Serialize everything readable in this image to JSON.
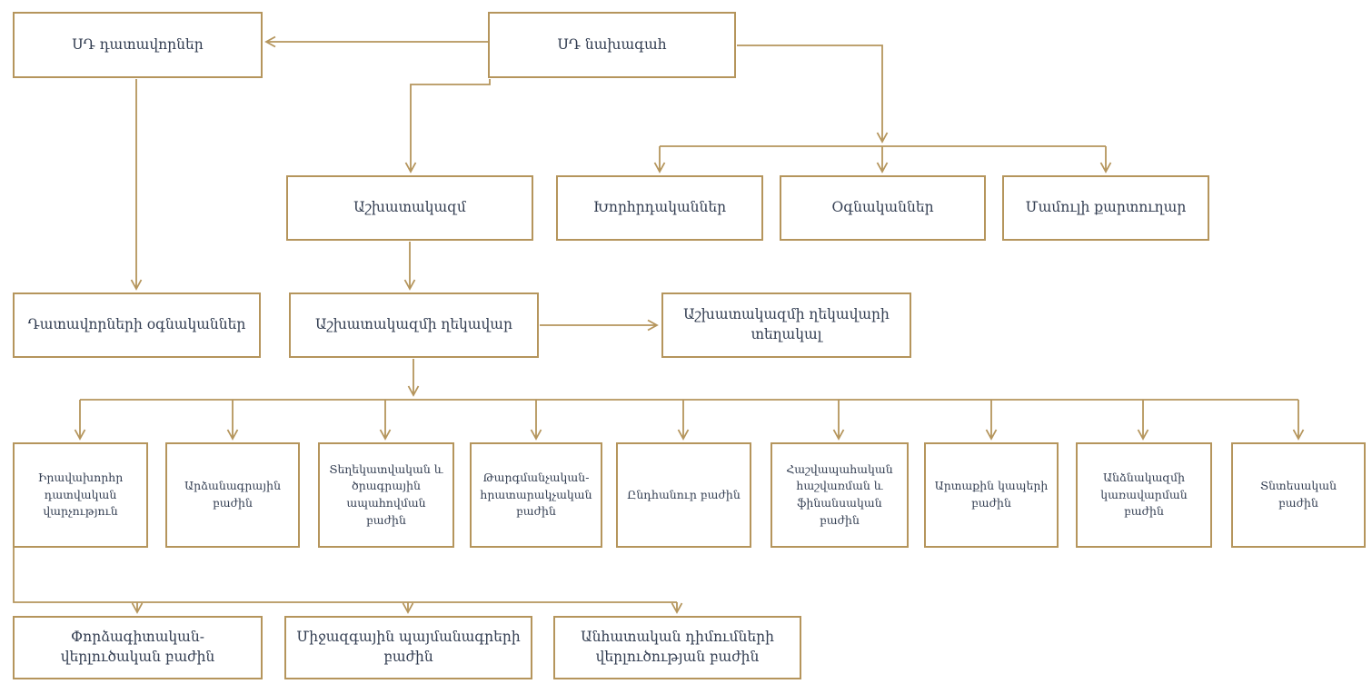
{
  "diagram": {
    "type": "org-chart",
    "colors": {
      "line": "#b5955c",
      "text": "#333e52",
      "background": "#ffffff"
    },
    "nodes": {
      "judges": {
        "label": "ՍԴ դատավորներ"
      },
      "president": {
        "label": "ՍԴ նախագահ"
      },
      "staff": {
        "label": "Աշխատակազմ"
      },
      "advisers": {
        "label": "Խորհրդականներ"
      },
      "assistants": {
        "label": "Օգնականներ"
      },
      "press_secretary": {
        "label": "Մամուլի քարտուղար"
      },
      "judges_assistants": {
        "label": "Դատավորների օգնականներ"
      },
      "staff_head": {
        "label": "Աշխատակազմի ղեկավար"
      },
      "staff_head_deputy": {
        "label": "Աշխատակազմի ղեկավարի տեղակալ"
      },
      "legal_advisory": {
        "label": "Իրավախորհր​դատվական վարչություն"
      },
      "protocol": {
        "label": "Արձանագրային բաժին"
      },
      "it_software": {
        "label": "Տեղեկատվական և ծրագրային ապահովման բաժին"
      },
      "translation_publishing": {
        "label": "Թարգմանչական-հրատարակչական բաժին"
      },
      "general": {
        "label": "Ընդհանուր բաժին"
      },
      "accounting_finance": {
        "label": "Հաշվապահական հաշվառման և ֆինանսական բաժին"
      },
      "external_relations": {
        "label": "Արտաքին կապերի բաժին"
      },
      "personnel": {
        "label": "Անձնակազմի կառավարման բաժին"
      },
      "economic": {
        "label": "Տնտեսական բաժին"
      },
      "expert_analytical": {
        "label": "Փորձագիտական-վերլուծական բաժին"
      },
      "international_treaties": {
        "label": "Միջազգային պայմանագրերի բաժին"
      },
      "individual_applications": {
        "label": "Անհատական դիմումների վերլուծության բաժին"
      }
    },
    "hierarchy": {
      "president": [
        "judges",
        "staff",
        "advisers",
        "assistants",
        "press_secretary"
      ],
      "judges": [
        "judges_assistants"
      ],
      "staff": [
        "staff_head"
      ],
      "staff_head": [
        "staff_head_deputy",
        "legal_advisory",
        "protocol",
        "it_software",
        "translation_publishing",
        "general",
        "accounting_finance",
        "external_relations",
        "personnel",
        "economic"
      ],
      "legal_advisory": [
        "expert_analytical",
        "international_treaties",
        "individual_applications"
      ]
    }
  }
}
